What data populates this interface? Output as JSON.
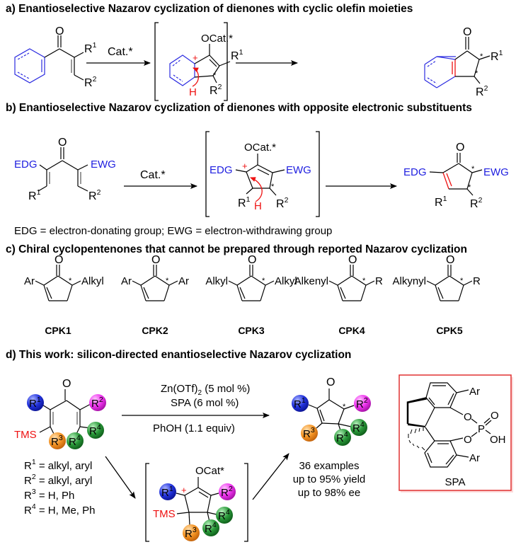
{
  "colors": {
    "aromatic_ring": "#2a2ae0",
    "highlight_red": "#ee1111",
    "substituent_blue": "#2020e0",
    "ball_r1": "#2233dd",
    "ball_r2": "#ee33ee",
    "ball_r3": "#f39323",
    "ball_r4": "#2a9a3a",
    "spa_box_border": "#e03030"
  },
  "panel_a": {
    "heading": "a) Enantioselective Nazarov cyclization of dienones with cyclic olefin moieties",
    "substrate": {
      "carbonyl": "O",
      "r1": "R",
      "r1_sup": "1",
      "r2": "R",
      "r2_sup": "2"
    },
    "reagent": "Cat.*",
    "intermediate": {
      "oxy": "OCat.*",
      "charge": "+",
      "hydrogen": "H",
      "r1": "R",
      "r1_sup": "1",
      "r2": "R",
      "r2_sup": "2",
      "stereo": "*"
    },
    "product": {
      "carbonyl": "O",
      "r1": "R",
      "r1_sup": "1",
      "r2": "R",
      "r2_sup": "2",
      "stereo": "*"
    }
  },
  "panel_b": {
    "heading": "b) Enantioselective Nazarov cyclization of dienones with opposite electronic substituents",
    "substrate": {
      "carbonyl": "O",
      "edg": "EDG",
      "ewg": "EWG",
      "r1": "R",
      "r1_sup": "1",
      "r2": "R",
      "r2_sup": "2"
    },
    "reagent": "Cat.*",
    "intermediate": {
      "oxy": "OCat.*",
      "edg": "EDG",
      "ewg": "EWG",
      "charge": "+",
      "hydrogen": "H",
      "r1": "R",
      "r1_sup": "1",
      "r2": "R",
      "r2_sup": "2",
      "stereo": "*"
    },
    "product": {
      "carbonyl": "O",
      "edg": "EDG",
      "ewg": "EWG",
      "r1": "R",
      "r1_sup": "1",
      "r2": "R",
      "r2_sup": "2",
      "stereo": "*"
    },
    "footnote": "EDG = electron-donating group; EWG = electron-withdrawing group"
  },
  "panel_c": {
    "heading": "c) Chiral cyclopentenones that cannot be prepared through reported Nazarov cyclization",
    "compounds": [
      {
        "name": "CPK1",
        "left": "Ar",
        "right": "Alkyl",
        "carbonyl": "O",
        "stereo": "*"
      },
      {
        "name": "CPK2",
        "left": "Ar",
        "right": "Ar",
        "carbonyl": "O",
        "stereo": "*"
      },
      {
        "name": "CPK3",
        "left": "Alkyl",
        "right": "Alkyl",
        "carbonyl": "O",
        "stereo": "*"
      },
      {
        "name": "CPK4",
        "left": "Alkenyl",
        "right": "R",
        "carbonyl": "O",
        "stereo": "*"
      },
      {
        "name": "CPK5",
        "left": "Alkynyl",
        "right": "R",
        "carbonyl": "O",
        "stereo": "*"
      }
    ]
  },
  "panel_d": {
    "heading": "d) This work: silicon-directed enantioselective Nazarov cyclization",
    "substrate": {
      "carbonyl": "O",
      "tms": "TMS",
      "r1": "R",
      "r1_sup": "1",
      "r2": "R",
      "r2_sup": "2",
      "r3": "R",
      "r3_sup": "3",
      "r4": "R",
      "r4_sup": "4"
    },
    "conditions": {
      "line1_main": "Zn(OTf)",
      "line1_sub": "2",
      "line1_rest": " (5 mol %)",
      "line2": "SPA (6 mol %)",
      "line3": "PhOH (1.1 equiv)"
    },
    "substituent_defs": [
      {
        "r": "R",
        "sup": "1",
        "def": " = alkyl, aryl"
      },
      {
        "r": "R",
        "sup": "2",
        "def": " = alkyl, aryl"
      },
      {
        "r": "R",
        "sup": "3",
        "def": " = H, Ph"
      },
      {
        "r": "R",
        "sup": "4",
        "def": " = H, Me, Ph"
      }
    ],
    "intermediate": {
      "oxy": "OCat*",
      "charge": "+",
      "tms": "TMS"
    },
    "product": {
      "carbonyl": "O",
      "stereo": "*"
    },
    "results": [
      "36 examples",
      "up to 95% yield",
      "up to 98% ee"
    ],
    "catalyst": {
      "name": "SPA",
      "ar_top": "Ar",
      "ar_bottom": "Ar",
      "o1": "O",
      "o2": "O",
      "o3": "O",
      "p": "P",
      "oh": "OH"
    }
  }
}
